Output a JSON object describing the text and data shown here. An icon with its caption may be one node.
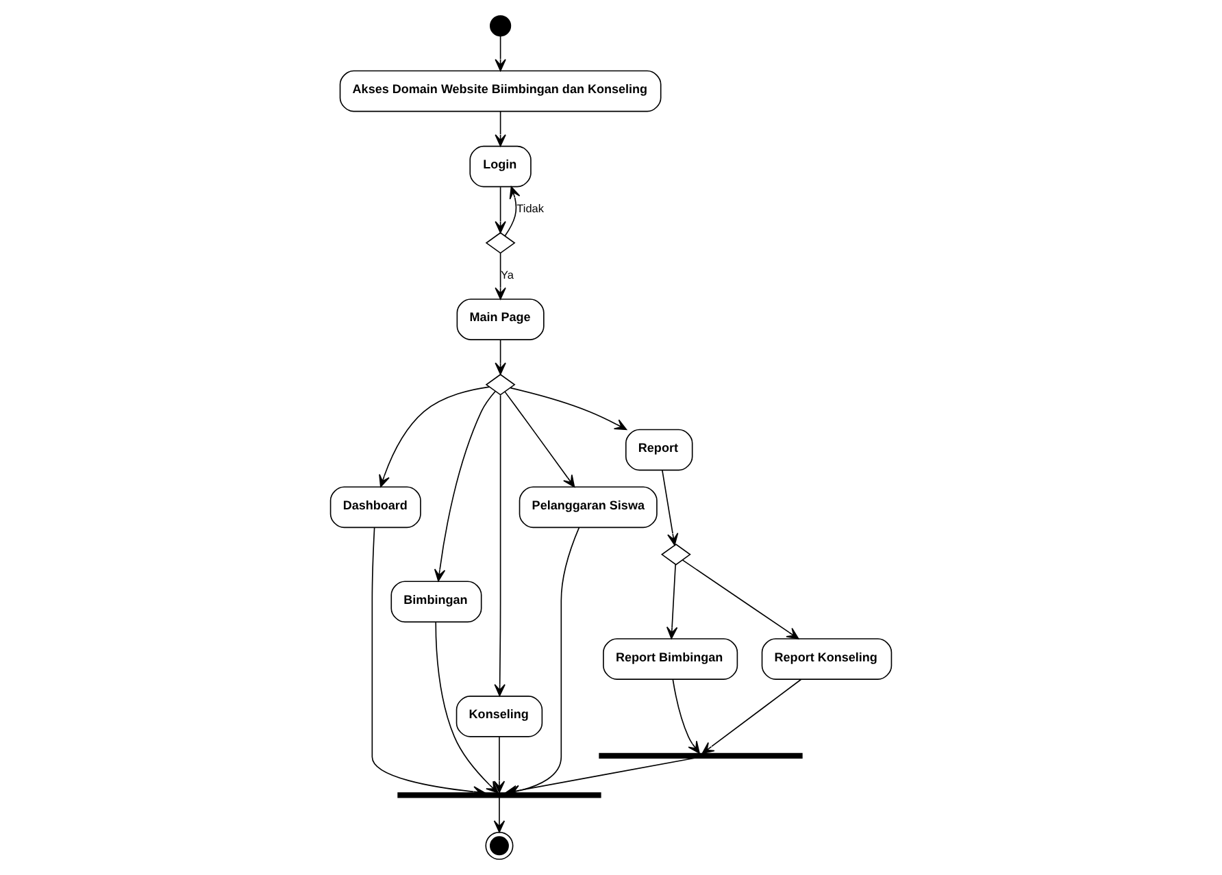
{
  "diagram": {
    "nodes": [
      {
        "text": [],
        "shape": "circle"
      },
      {
        "text": [
          "Akses Domain Website Biimbingan dan Konseling"
        ]
      },
      {
        "text": [
          "Login"
        ]
      },
      {
        "text": [],
        "shape": "diamond"
      },
      {
        "text": [
          "Main Page"
        ]
      },
      {
        "text": [],
        "shape": "diamond"
      },
      {
        "text": [
          "Dashboard"
        ]
      },
      {
        "text": [
          "Bimbingan"
        ]
      },
      {
        "text": [
          "Konseling"
        ]
      },
      {
        "text": [
          "Pelanggaran Siswa"
        ]
      },
      {
        "text": [
          "Report"
        ]
      },
      {
        "text": [],
        "shape": "diamond"
      },
      {
        "text": [
          "Report Bimbingan"
        ]
      },
      {
        "text": [
          "Report Konseling"
        ]
      },
      {
        "text": [],
        "shape": "bar"
      },
      {
        "text": [],
        "shape": "bar"
      },
      {
        "text": [],
        "shape": "bullseye"
      }
    ],
    "edges": [
      {
        "from": 0,
        "to": 1,
        "arrow": "to"
      },
      {
        "from": 1,
        "to": 2,
        "arrow": "to"
      },
      {
        "from": 2,
        "to": 3,
        "arrow": "to"
      },
      {
        "from": 3,
        "to": 2,
        "arrow": "to",
        "label": "Tidak"
      },
      {
        "from": 3,
        "to": 4,
        "arrow": "to",
        "label": "Ya"
      },
      {
        "from": 4,
        "to": 5,
        "arrow": "to"
      },
      {
        "from": 5,
        "to": 6,
        "arrow": "to"
      },
      {
        "from": 5,
        "to": 7,
        "arrow": "to"
      },
      {
        "from": 5,
        "to": 8,
        "arrow": "to"
      },
      {
        "from": 5,
        "to": 9,
        "arrow": "to"
      },
      {
        "from": 5,
        "to": 10,
        "arrow": "to"
      },
      {
        "from": 10,
        "to": 11,
        "arrow": "to"
      },
      {
        "from": 11,
        "to": 12,
        "arrow": "to"
      },
      {
        "from": 11,
        "to": 13,
        "arrow": "to"
      },
      {
        "from": 13,
        "to": 14,
        "arrow": "to"
      },
      {
        "from": 12,
        "to": 14,
        "arrow": "to"
      },
      {
        "from": 6,
        "to": 15,
        "arrow": "to"
      },
      {
        "from": 7,
        "to": 15,
        "arrow": "to"
      },
      {
        "from": 8,
        "to": 15,
        "arrow": "to"
      },
      {
        "from": 9,
        "to": 15,
        "arrow": "to"
      },
      {
        "from": 14,
        "to": 15,
        "arrow": "to"
      },
      {
        "from": 15,
        "to": 16,
        "arrow": "to"
      }
    ]
  }
}
